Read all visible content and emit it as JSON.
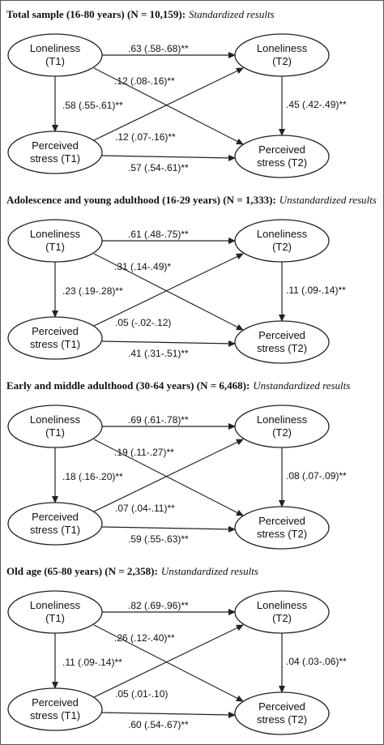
{
  "panels": [
    {
      "title_bold": "Total sample (16-80 years) (N = 10,159):",
      "title_italic": "Standardized results",
      "nodes": {
        "lon_t1": [
          "Loneliness",
          "(T1)"
        ],
        "lon_t2": [
          "Loneliness",
          "(T2)"
        ],
        "str_t1": [
          "Perceived",
          "stress (T1)"
        ],
        "str_t2": [
          "Perceived",
          "stress (T2)"
        ]
      },
      "edges": {
        "lon_lon": ".63 (.58-.68)**",
        "lon_str": ".12 (.08-.16)**",
        "cov_t1": ".58 (.55-.61)**",
        "cov_t2": ".45 (.42-.49)**",
        "str_lon": ".12 (.07-.16)**",
        "str_str": ".57 (.54-.61)**"
      }
    },
    {
      "title_bold": "Adolescence and young adulthood (16-29 years) (N = 1,333):",
      "title_italic": "Unstandardized results",
      "nodes": {
        "lon_t1": [
          "Loneliness",
          "(T1)"
        ],
        "lon_t2": [
          "Loneliness",
          "(T2)"
        ],
        "str_t1": [
          "Perceived",
          "stress (T1)"
        ],
        "str_t2": [
          "Perceived",
          "stress (T2)"
        ]
      },
      "edges": {
        "lon_lon": ".61 (.48-.75)**",
        "lon_str": ".31 (.14-.49)*",
        "cov_t1": ".23 (.19-.28)**",
        "cov_t2": ".11 (.09-.14)**",
        "str_lon": ".05 (-.02-.12)",
        "str_str": ".41 (.31-.51)**"
      }
    },
    {
      "title_bold": "Early and middle adulthood (30-64 years) (N = 6,468):",
      "title_italic": "Unstandardized results",
      "nodes": {
        "lon_t1": [
          "Loneliness",
          "(T1)"
        ],
        "lon_t2": [
          "Loneliness",
          "(T2)"
        ],
        "str_t1": [
          "Perceived",
          "stress (T1)"
        ],
        "str_t2": [
          "Perceived",
          "stress (T2)"
        ]
      },
      "edges": {
        "lon_lon": ".69 (.61-.78)**",
        "lon_str": ".19 (.11-.27)**",
        "cov_t1": ".18 (.16-.20)**",
        "cov_t2": ".08 (.07-.09)**",
        "str_lon": ".07 (.04-.11)**",
        "str_str": ".59 (.55-.63)**"
      }
    },
    {
      "title_bold": "Old age (65-80 years) (N = 2,358):",
      "title_italic": "Unstandardized results",
      "nodes": {
        "lon_t1": [
          "Loneliness",
          "(T1)"
        ],
        "lon_t2": [
          "Loneliness",
          "(T2)"
        ],
        "str_t1": [
          "Perceived",
          "stress (T1)"
        ],
        "str_t2": [
          "Perceived",
          "stress (T2)"
        ]
      },
      "edges": {
        "lon_lon": ".82 (.69-.96)**",
        "lon_str": ".26 (.12-.40)**",
        "cov_t1": ".11 (.09-.14)**",
        "cov_t2": ".04 (.03-.06)**",
        "str_lon": ".05 (.01-.10)",
        "str_str": ".60 (.54-.67)**"
      }
    }
  ]
}
